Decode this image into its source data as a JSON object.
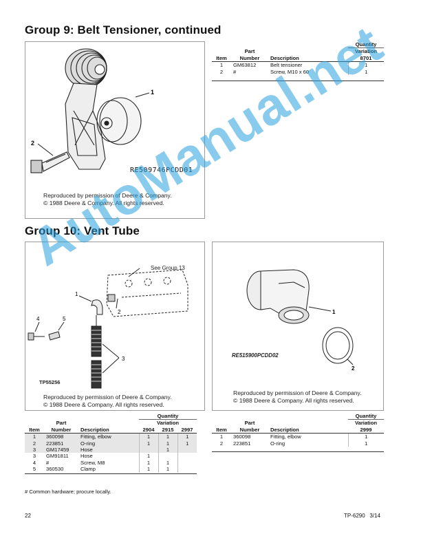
{
  "group9": {
    "title": "Group 9:  Belt Tensioner, continued",
    "figure_code": "RE509746PCDD01",
    "callouts": [
      "1",
      "2"
    ],
    "credit_line1": "Reproduced by permission of Deere & Company.",
    "credit_line2": "© 1988 Deere & Company.  All rights reserved.",
    "table": {
      "quantity_header": "Quantity",
      "variation_header": "Variation",
      "item_header": "Item",
      "part_header_line1": "Part",
      "part_header_line2": "Number",
      "description_header": "Description",
      "variations": [
        "8701"
      ],
      "rows": [
        {
          "item": "1",
          "part": "GM63812",
          "description": "Belt tensioner",
          "qty": [
            "1"
          ]
        },
        {
          "item": "2",
          "part": "#",
          "description": "Screw, M10 x 60",
          "qty": [
            "1"
          ]
        }
      ]
    }
  },
  "group10": {
    "title": "Group 10:  Vent Tube",
    "left_figure": {
      "see_group": "See Group 13",
      "figure_code": "TP55256",
      "callouts": [
        "1",
        "2",
        "3",
        "4",
        "5"
      ],
      "credit_line1": "Reproduced by permission of Deere & Company.",
      "credit_line2": "© 1988 Deere & Company.  All rights reserved."
    },
    "right_figure": {
      "figure_code": "RE515900PCDD02",
      "callouts": [
        "1",
        "2"
      ],
      "credit_line1": "Reproduced by permission of Deere & Company.",
      "credit_line2": "© 1988 Deere & Company.  All rights reserved."
    },
    "left_table": {
      "quantity_header": "Quantity",
      "variation_header": "Variation",
      "item_header": "Item",
      "part_header_line1": "Part",
      "part_header_line2": "Number",
      "description_header": "Description",
      "variations": [
        "2904",
        "2915",
        "2997"
      ],
      "rows": [
        {
          "item": "1",
          "part": "360098",
          "description": "Fitting, elbow",
          "qty": [
            "1",
            "1",
            "1"
          ],
          "shaded": true
        },
        {
          "item": "2",
          "part": "223851",
          "description": "O-ring",
          "qty": [
            "1",
            "1",
            "1"
          ],
          "shaded": true
        },
        {
          "item": "3",
          "part": "GM17459",
          "description": "Hose",
          "qty": [
            "",
            "1",
            ""
          ],
          "shaded": true
        },
        {
          "item": "3",
          "part": "GM91811",
          "description": "Hose",
          "qty": [
            "1",
            "",
            ""
          ],
          "shaded": false
        },
        {
          "item": "4",
          "part": "#",
          "description": "Screw, M8",
          "qty": [
            "1",
            "1",
            ""
          ],
          "shaded": false
        },
        {
          "item": "5",
          "part": "360530",
          "description": "Clamp",
          "qty": [
            "1",
            "1",
            ""
          ],
          "shaded": false
        }
      ]
    },
    "right_table": {
      "quantity_header": "Quantity",
      "variation_header": "Variation",
      "item_header": "Item",
      "part_header_line1": "Part",
      "part_header_line2": "Number",
      "description_header": "Description",
      "variations": [
        "2999"
      ],
      "rows": [
        {
          "item": "1",
          "part": "360098",
          "description": "Fitting, elbow",
          "qty": [
            "1"
          ]
        },
        {
          "item": "2",
          "part": "223851",
          "description": "O-ring",
          "qty": [
            "1"
          ]
        }
      ]
    }
  },
  "footnote": "# Common hardware; procure locally.",
  "page_number": "22",
  "doc_code": "TP-6290   3/14",
  "watermark": "AutoManual.net",
  "colors": {
    "watermark": "#28a0dc",
    "border": "#9a9a9a",
    "shade": "#e6e6e6"
  }
}
